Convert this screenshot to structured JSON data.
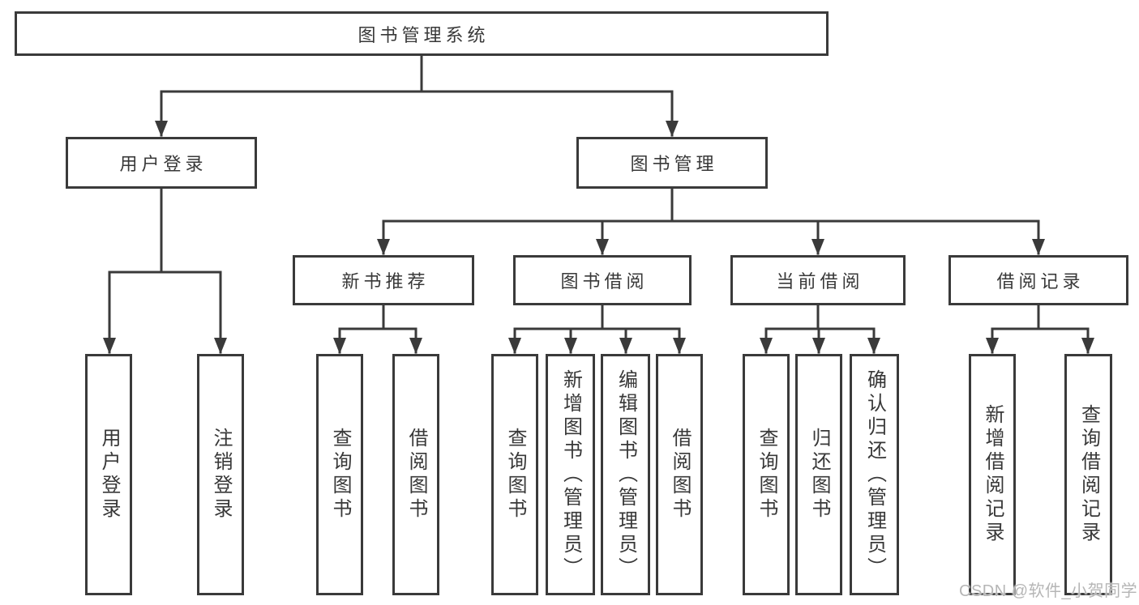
{
  "diagram": {
    "root": {
      "label": "图书管理系统"
    },
    "branches": [
      {
        "label": "用户登录",
        "children": [
          {
            "label": "用户登录"
          },
          {
            "label": "注销登录"
          }
        ]
      },
      {
        "label": "图书管理",
        "children": [
          {
            "label": "新书推荐",
            "children": [
              {
                "label": "查询图书"
              },
              {
                "label": "借阅图书"
              }
            ]
          },
          {
            "label": "图书借阅",
            "children": [
              {
                "label": "查询图书"
              },
              {
                "label": "新增图书（管理员）"
              },
              {
                "label": "编辑图书（管理员）"
              },
              {
                "label": "借阅图书"
              }
            ]
          },
          {
            "label": "当前借阅",
            "children": [
              {
                "label": "查询图书"
              },
              {
                "label": "归还图书"
              },
              {
                "label": "确认归还（管理员）"
              }
            ]
          },
          {
            "label": "借阅记录",
            "children": [
              {
                "label": "新增借阅记录"
              },
              {
                "label": "查询借阅记录"
              }
            ]
          }
        ]
      }
    ]
  },
  "watermark": {
    "text": "CSDN @软件_小贺同学"
  },
  "colors": {
    "line": "#3a3a3a",
    "text": "#383838",
    "watermark": "#b6b6b6",
    "background": "#ffffff"
  }
}
